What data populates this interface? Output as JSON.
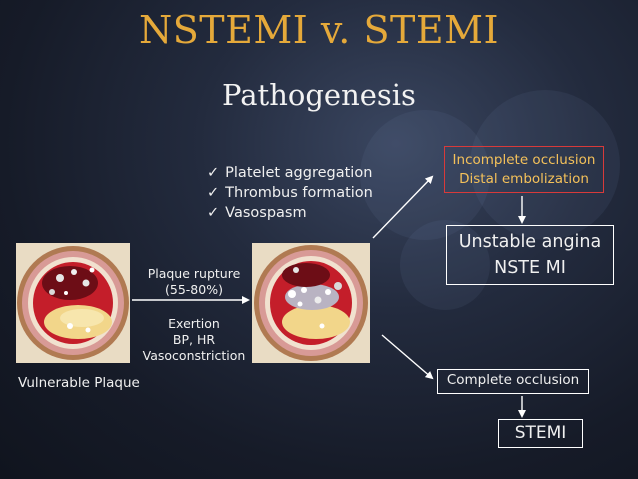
{
  "title": "NSTEMI v. STEMI",
  "subtitle": "Pathogenesis",
  "checklist": [
    {
      "mark": "✓",
      "text": "Platelet aggregation"
    },
    {
      "mark": "✓",
      "text": "Thrombus formation"
    },
    {
      "mark": "✓",
      "text": "Vasospasm"
    }
  ],
  "arrow_label": {
    "line1": "Plaque rupture",
    "line2": "(55-80%)",
    "line3": "Exertion",
    "line4": "BP, HR",
    "line5": "Vasoconstriction"
  },
  "left_image_label": "Vulnerable Plaque",
  "boxes": {
    "incomplete": {
      "line1": "Incomplete occlusion",
      "line2": "Distal embolization"
    },
    "unstable": {
      "line1": "Unstable angina",
      "line2": "NSTE MI"
    },
    "complete": "Complete occlusion",
    "stemi": "STEMI"
  },
  "colors": {
    "title": "#e5a93a",
    "highlight_box_border": "#d83a3a",
    "highlight_box_text": "#f4c15a",
    "text": "#f0f0f0"
  }
}
